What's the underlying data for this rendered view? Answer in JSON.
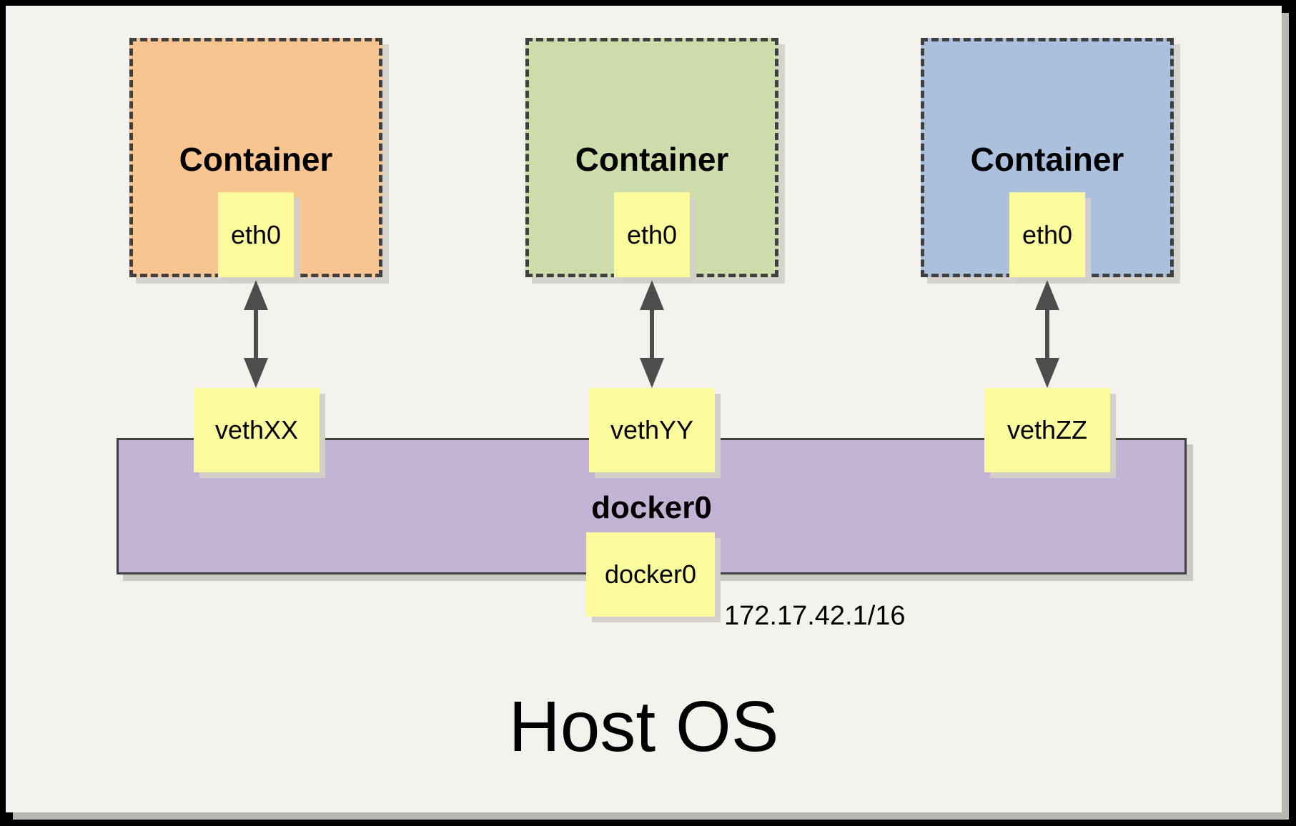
{
  "containers": [
    {
      "label": "Container",
      "interface": "eth0",
      "veth": "vethXX",
      "fill": "#F8C591"
    },
    {
      "label": "Container",
      "interface": "eth0",
      "veth": "vethYY",
      "fill": "#CEDCAB"
    },
    {
      "label": "Container",
      "interface": "eth0",
      "veth": "vethZZ",
      "fill": "#ABC0DD"
    }
  ],
  "bridge": {
    "label": "docker0",
    "interface": "docker0",
    "ip": "172.17.42.1/16",
    "fill": "#C3B4D6"
  },
  "host": {
    "label": "Host OS"
  },
  "colors": {
    "background": "#F4F2EC",
    "note_yellow": "#FBFB9E",
    "dash_border": "#3F3F3F",
    "arrow": "#4D4D4D",
    "frame": "#000000"
  }
}
